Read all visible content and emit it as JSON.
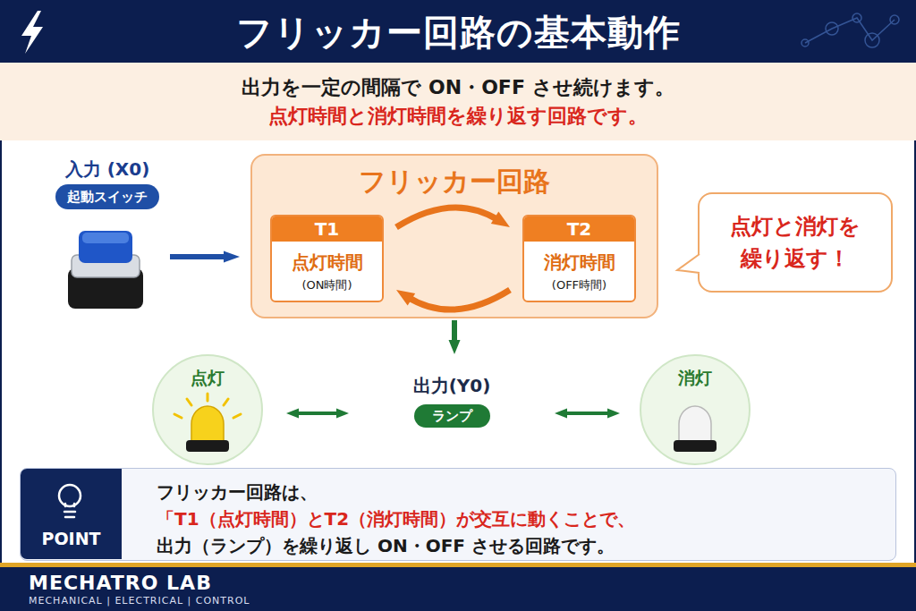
{
  "diagram": {
    "title": "フリッカー回路の基本動作",
    "nodes": [
      {
        "text": [
          "入力 (X0)",
          "起動スイッチ"
        ]
      },
      {
        "text": [
          "フリッカー回路"
        ]
      },
      {
        "text": [
          "T1",
          "点灯時間",
          "(ON時間)"
        ],
        "in": 1
      },
      {
        "text": [
          "T2",
          "消灯時間",
          "(OFF時間)"
        ],
        "in": 1
      },
      {
        "text": [
          "点灯と消灯を 繰り返す！"
        ]
      },
      {
        "text": [
          "点灯"
        ]
      },
      {
        "text": [
          "出力(Y0)",
          "ランプ"
        ]
      },
      {
        "text": [
          "消灯"
        ]
      },
      {
        "text": [
          "フリッカー回路は、",
          "「T1（点灯時間）とT2（消灯時間）が交互に動くことで、",
          "出力（ランプ）を繰り返し ON・OFF させる回路です。"
        ]
      },
      {
        "text": [
          "POINT"
        ],
        "in": 8
      }
    ],
    "edges": [
      {
        "from": 0,
        "to": 1,
        "arrow": "to"
      },
      {
        "from": 2,
        "to": 3,
        "arrow": "to"
      },
      {
        "from": 3,
        "to": 2,
        "arrow": "to"
      },
      {
        "from": 1,
        "to": 6,
        "arrow": "to"
      },
      {
        "from": 5,
        "to": 6,
        "arrow": "both"
      },
      {
        "from": 6,
        "to": 7,
        "arrow": "both"
      }
    ],
    "labels": [
      "出力を一定の間隔で ON・OFF させ続けます。",
      "点灯時間と消灯時間を繰り返す回路です。",
      "MECHATRO LAB",
      "MECHANICAL | ELECTRICAL | CONTROL"
    ]
  }
}
